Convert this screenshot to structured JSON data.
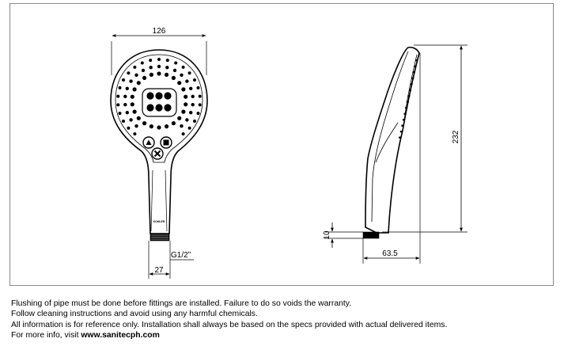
{
  "drawing": {
    "front_view": {
      "width_dimension": "126",
      "connection_dimension": "27",
      "thread_label": "G1/2ʺ",
      "brand_mark": "KOHLER"
    },
    "side_view": {
      "height_dimension": "232",
      "depth_dimension": "63.5",
      "connector_dimension": "10"
    }
  },
  "notes": {
    "line1": "Flushing of pipe must be done before fittings are installed. Failure to do so voids the warranty.",
    "line2": "Follow cleaning instructions and avoid using any harmful chemicals.",
    "line3": "All information is for reference only. Installation shall always be based on the specs provided with actual delivered items.",
    "line4_prefix": "For more info, visit ",
    "website": "www.sanitecph.com"
  }
}
